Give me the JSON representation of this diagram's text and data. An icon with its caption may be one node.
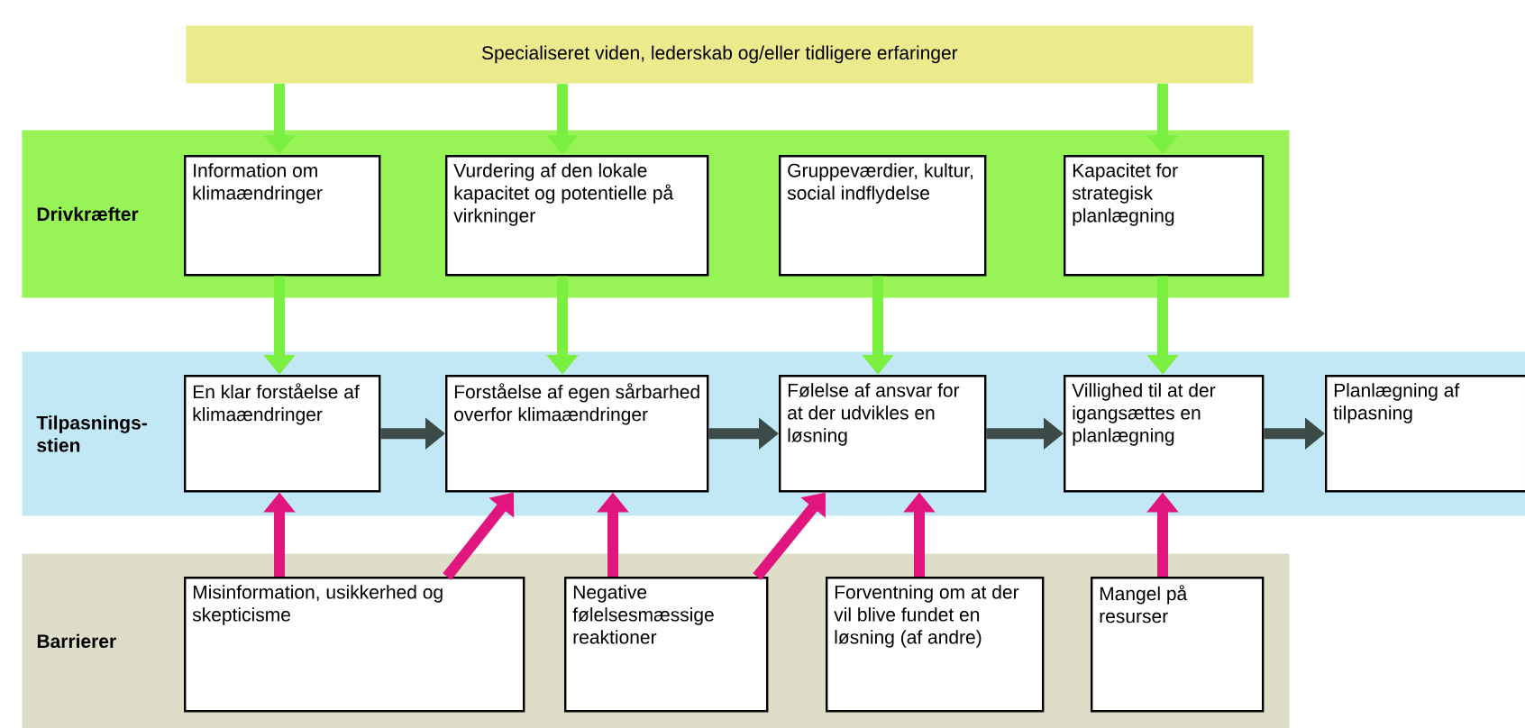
{
  "diagram": {
    "nodes": [
      {
        "text": [
          "Specialiseret viden, lederskab og/eller tidligere erfaringer"
        ]
      },
      {
        "text": [
          "Drivkræfter"
        ]
      },
      {
        "text": [
          "Information om klimaændringer"
        ],
        "in": 1
      },
      {
        "text": [
          "Vurdering af den lokale kapacitet og potentielle på virkninger"
        ],
        "in": 1
      },
      {
        "text": [
          "Gruppeværdier, kultur, social indflydelse"
        ],
        "in": 1
      },
      {
        "text": [
          "Kapacitet for strategisk planlægning"
        ],
        "in": 1
      },
      {
        "text": [
          "Tilpasnings-stien"
        ]
      },
      {
        "text": [
          "En klar forståelse af klimaændringer"
        ],
        "in": 6
      },
      {
        "text": [
          "Forståelse af egen sårbarhed overfor klimaændringer"
        ],
        "in": 6
      },
      {
        "text": [
          "Følelse af ansvar for at der udvikles en løsning"
        ],
        "in": 6
      },
      {
        "text": [
          "Villighed til at der igangsættes en planlægning"
        ],
        "in": 6
      },
      {
        "text": [
          "Planlægning af tilpasning"
        ],
        "in": 6
      },
      {
        "text": [
          "Barrierer"
        ]
      },
      {
        "text": [
          "Misinformation, usikkerhed og skepticisme"
        ],
        "in": 12
      },
      {
        "text": [
          "Negative følelsesmæssige reaktioner"
        ],
        "in": 12
      },
      {
        "text": [
          "Forventning om at der vil blive fundet en løsning (af andre)"
        ],
        "in": 12
      },
      {
        "text": [
          "Mangel på resurser"
        ],
        "in": 12
      }
    ],
    "edges": [
      {
        "from": 0,
        "to": 2,
        "arrow": "to"
      },
      {
        "from": 0,
        "to": 3,
        "arrow": "to"
      },
      {
        "from": 0,
        "to": 5,
        "arrow": "to"
      },
      {
        "from": 2,
        "to": 7,
        "arrow": "to"
      },
      {
        "from": 3,
        "to": 8,
        "arrow": "to"
      },
      {
        "from": 4,
        "to": 9,
        "arrow": "to"
      },
      {
        "from": 5,
        "to": 10,
        "arrow": "to"
      },
      {
        "from": 7,
        "to": 8,
        "arrow": "to",
        "color": "#3c4a48"
      },
      {
        "from": 8,
        "to": 9,
        "arrow": "to",
        "color": "#3c4a48"
      },
      {
        "from": 9,
        "to": 10,
        "arrow": "to",
        "color": "#3c4a48"
      },
      {
        "from": 10,
        "to": 11,
        "arrow": "to",
        "color": "#3c4a48"
      },
      {
        "from": 13,
        "to": 7,
        "arrow": "to",
        "color": "#e0157e"
      },
      {
        "from": 13,
        "to": 8,
        "arrow": "to",
        "color": "#e0157e"
      },
      {
        "from": 14,
        "to": 8,
        "arrow": "to",
        "color": "#e0157e"
      },
      {
        "from": 14,
        "to": 9,
        "arrow": "to",
        "color": "#e0157e"
      },
      {
        "from": 15,
        "to": 9,
        "arrow": "to",
        "color": "#e0157e"
      },
      {
        "from": 16,
        "to": 10,
        "arrow": "to",
        "color": "#e0157e"
      }
    ]
  }
}
